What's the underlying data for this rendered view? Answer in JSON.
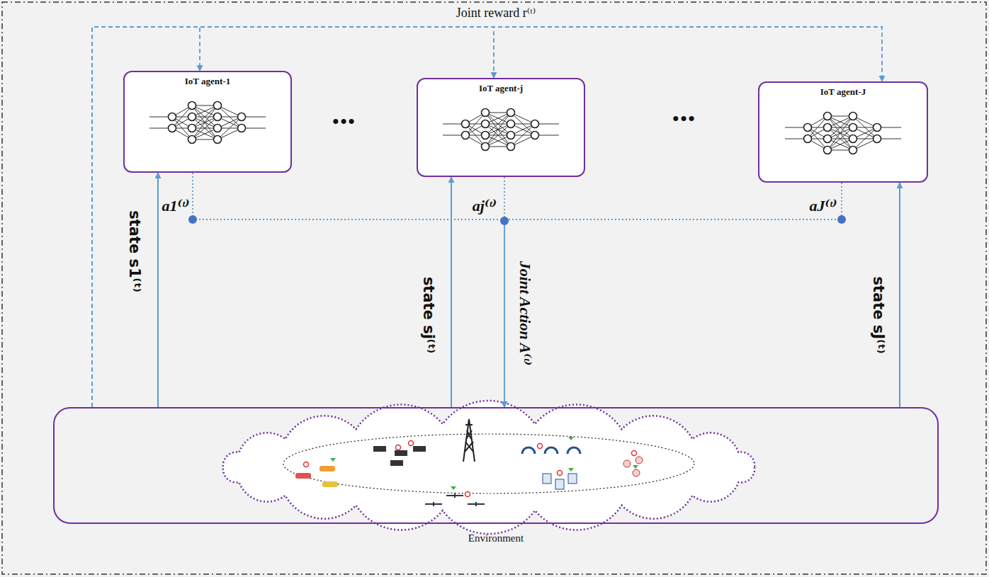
{
  "diagram": {
    "nodes": [
      {
        "text": [
          "IoT agent-1"
        ]
      },
      {
        "text": [
          "IoT agent-j"
        ]
      },
      {
        "text": [
          "IoT agent-J"
        ]
      },
      {
        "text": [
          "Environment"
        ]
      }
    ],
    "edges": [
      {
        "from": 3,
        "to": 0,
        "arrow": "to",
        "label": "state s1⁽ᵗ⁾"
      },
      {
        "from": 3,
        "to": 1,
        "arrow": "to",
        "label": "state sj⁽ᵗ⁾"
      },
      {
        "from": 3,
        "to": 2,
        "arrow": "to",
        "label": "state sJ⁽ᵗ⁾"
      },
      {
        "from": 3,
        "to": 0,
        "arrow": "to"
      },
      {
        "from": 3,
        "to": 1,
        "arrow": "to"
      },
      {
        "from": 3,
        "to": 2,
        "arrow": "to"
      },
      {
        "from": 0,
        "to": 3,
        "arrow": "to"
      },
      {
        "from": 1,
        "to": 3,
        "arrow": "to",
        "label": "Joint Action A⁽ᵗ⁾"
      },
      {
        "from": 2,
        "to": 3,
        "arrow": "to"
      }
    ],
    "labels": [
      "•••",
      "•••",
      "Joint reward r⁽ᵗ⁾",
      "a1⁽ᵗ⁾",
      "aj⁽ᵗ⁾",
      "aJ⁽ᵗ⁾"
    ]
  }
}
